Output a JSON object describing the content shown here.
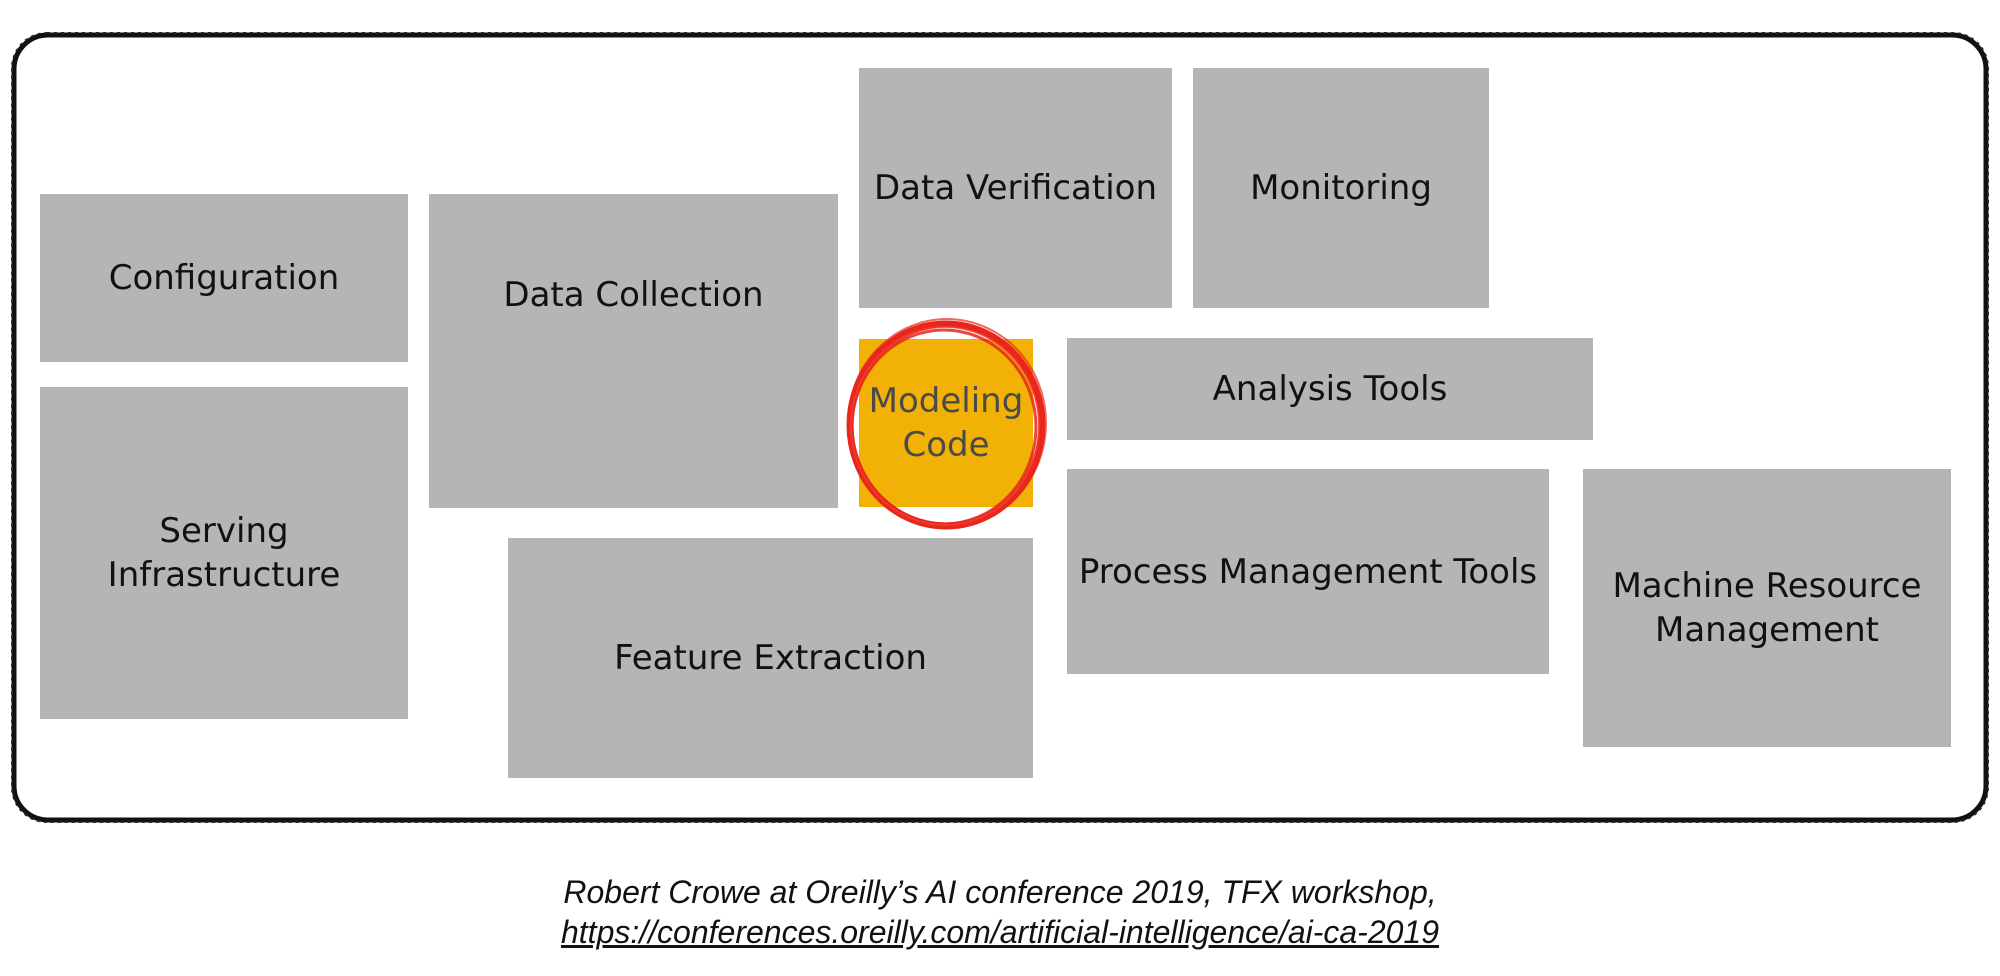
{
  "diagram": {
    "boxes": {
      "configuration": "Configuration",
      "data_collection": "Data Collection",
      "data_verification": "Data Verification",
      "monitoring": "Monitoring",
      "modeling_code": "Modeling\nCode",
      "analysis_tools": "Analysis Tools",
      "serving_infrastructure": "Serving\nInfrastructure",
      "feature_extraction": "Feature Extraction",
      "process_management_tools": "Process Management Tools",
      "machine_resource_management": "Machine Resource\nManagement"
    },
    "colors": {
      "box_fill": "#b5b5b5",
      "highlight_fill": "#f2b205",
      "circle_stroke": "#e8261b",
      "frame_stroke": "#111111"
    }
  },
  "caption": {
    "line1": "Robert Crowe at Oreilly’s AI conference 2019, TFX workshop,",
    "link": "https://conferences.oreilly.com/artificial-intelligence/ai-ca-2019"
  }
}
